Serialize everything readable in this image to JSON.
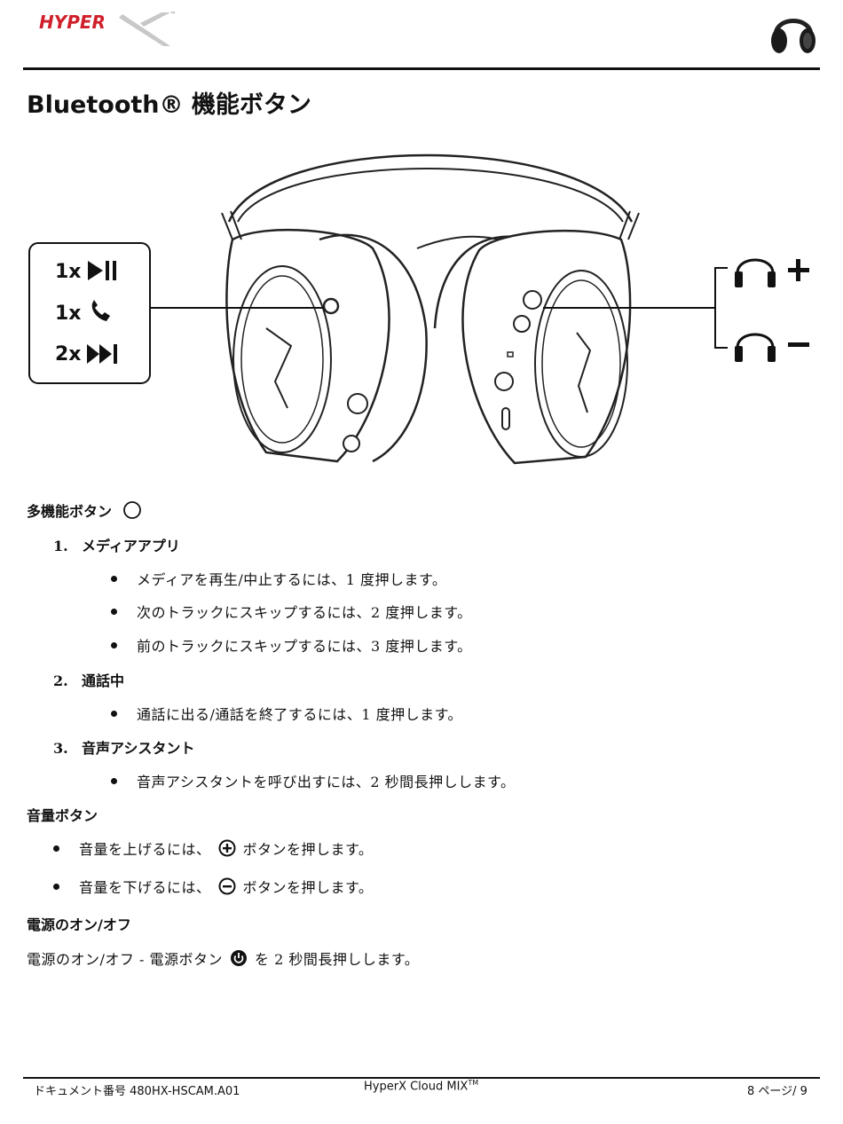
{
  "header": {
    "logo_text": "HYPER",
    "title": "Bluetooth® 機能ボタン"
  },
  "diagram": {
    "callout_left": [
      "1x",
      "1x",
      "2x"
    ],
    "left_icons": [
      "play-pause-icon",
      "phone-icon",
      "next-track-icon"
    ],
    "right_icons": [
      "headphone-volume-up-icon",
      "headphone-volume-down-icon"
    ]
  },
  "sections": {
    "multi_button": {
      "heading": "多機能ボタン",
      "items": [
        {
          "number": "1.",
          "label": "メディアアプリ",
          "bullets": [
            "メディアを再生/中止するには、1 度押します。",
            "次のトラックにスキップするには、2 度押します。",
            "前のトラックにスキップするには、3 度押します。"
          ]
        },
        {
          "number": "2.",
          "label": "通話中",
          "bullets": [
            "通話に出る/通話を終了するには、1 度押します。"
          ]
        },
        {
          "number": "3.",
          "label": "音声アシスタント",
          "bullets": [
            "音声アシスタントを呼び出すには、2 秒間長押しします。"
          ]
        }
      ]
    },
    "volume": {
      "heading": "音量ボタン",
      "up_before": "音量を上げるには、",
      "up_after": "ボタンを押します。",
      "down_before": "音量を下げるには、",
      "down_after": "ボタンを押します。"
    },
    "power": {
      "heading": "電源のオン/オフ",
      "text_before": "電源のオン/オフ - 電源ボタン",
      "text_after": "を 2 秒間長押しします。"
    }
  },
  "footer": {
    "doc_number": "ドキュメント番号 480HX-HSCAM.A01",
    "product": "HyperX Cloud MIX",
    "product_tm": "TM",
    "page": "8 ページ/ 9"
  }
}
